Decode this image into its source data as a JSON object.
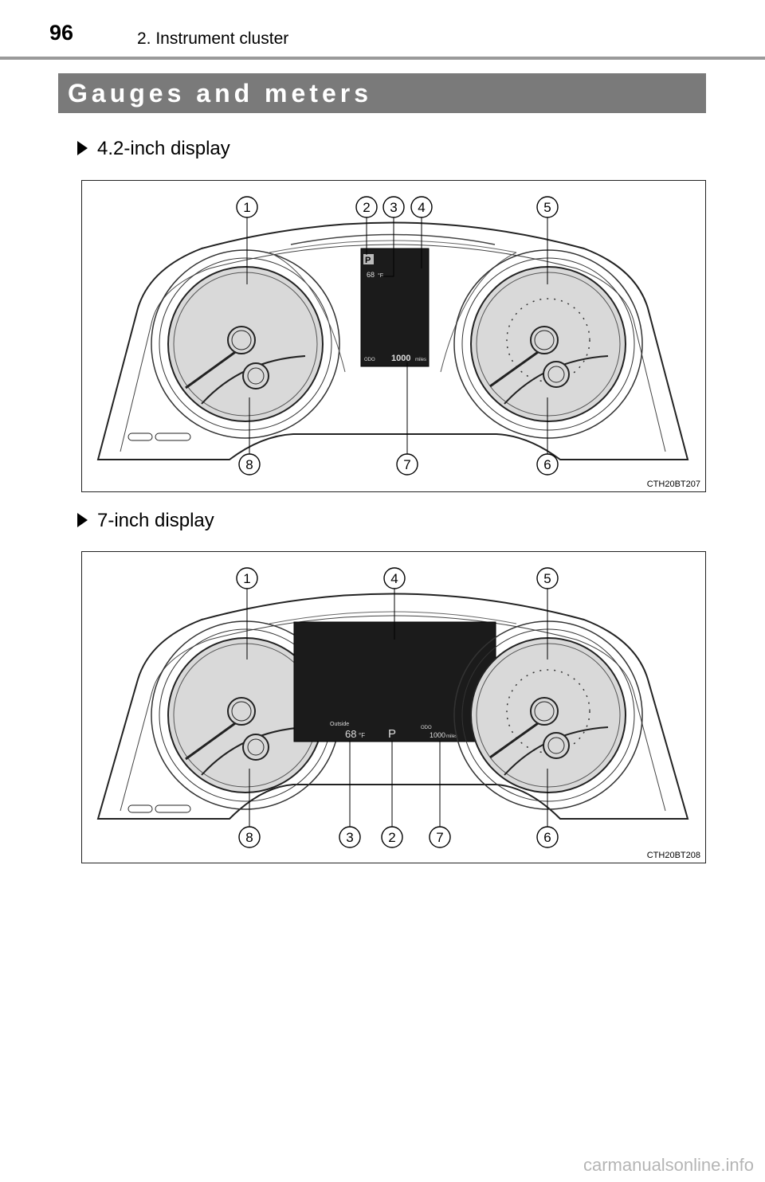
{
  "header": {
    "page_number": "96",
    "chapter": "2. Instrument cluster"
  },
  "section": {
    "title": "Gauges and meters"
  },
  "figures": [
    {
      "heading": "4.2-inch display",
      "figure_id": "CTH20BT207",
      "callouts": [
        "1",
        "2",
        "3",
        "4",
        "5",
        "8",
        "7",
        "6"
      ],
      "display_labels": {
        "temp": "68",
        "temp_unit": "°F",
        "odo_label": "ODO",
        "odo": "1000",
        "odo_unit": "miles",
        "gear": "P"
      }
    },
    {
      "heading": "7-inch display",
      "figure_id": "CTH20BT208",
      "callouts": [
        "1",
        "4",
        "5",
        "8",
        "3",
        "2",
        "7",
        "6"
      ],
      "display_labels": {
        "outside": "Outside",
        "temp": "68",
        "temp_unit": "°F",
        "gear": "P",
        "odo_label": "ODO",
        "odo": "1000",
        "odo_unit": "miles"
      }
    }
  ],
  "footer": {
    "watermark": "carmanualsonline.info"
  }
}
